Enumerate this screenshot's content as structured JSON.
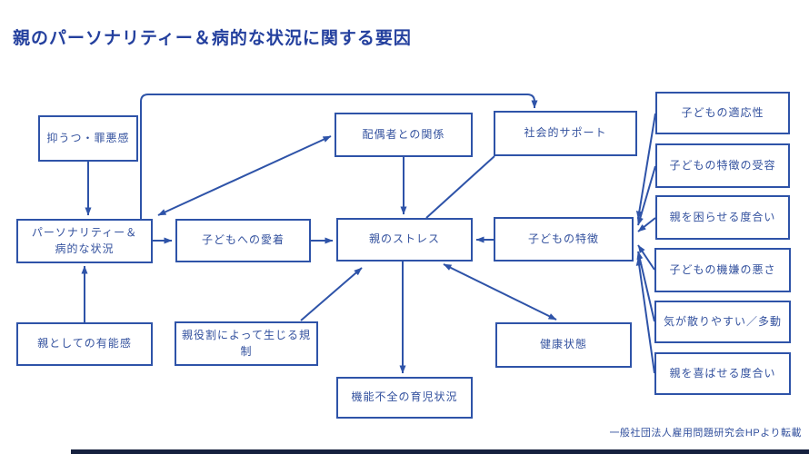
{
  "title": "親のパーソナリティー＆病的な状況に関する要因",
  "credit": "一般社団法人雇用問題研究会HPより転載",
  "colors": {
    "line": "#2e53a8",
    "title_text": "#24409e",
    "box_text": "#33519e",
    "background": "#ffffff",
    "bottom_bar": "#16213f"
  },
  "nodes": [
    {
      "id": "depression",
      "label": "抑うつ・罪悪感"
    },
    {
      "id": "spouse",
      "label": "配偶者との関係"
    },
    {
      "id": "social",
      "label": "社会的サポート"
    },
    {
      "id": "personality",
      "label": "パーソナリティー＆\n病的な状況"
    },
    {
      "id": "attachment",
      "label": "子どもへの愛着"
    },
    {
      "id": "stress",
      "label": "親のストレス"
    },
    {
      "id": "child",
      "label": "子どもの特徴"
    },
    {
      "id": "efficacy",
      "label": "親としての有能感"
    },
    {
      "id": "role",
      "label": "親役割によって生じる規制"
    },
    {
      "id": "health",
      "label": "健康状態"
    },
    {
      "id": "dysfunction",
      "label": "機能不全の育児状況"
    },
    {
      "id": "adapt",
      "label": "子どもの適応性"
    },
    {
      "id": "accept",
      "label": "子どもの特徴の受容"
    },
    {
      "id": "bother",
      "label": "親を困らせる度合い"
    },
    {
      "id": "mood",
      "label": "子どもの機嫌の悪さ"
    },
    {
      "id": "distract",
      "label": "気が散りやすい／多動"
    },
    {
      "id": "please",
      "label": "親を喜ばせる度合い"
    }
  ],
  "edges": [
    {
      "from": "depression",
      "to": "personality",
      "arrow": "single"
    },
    {
      "from": "efficacy",
      "to": "personality",
      "arrow": "single"
    },
    {
      "from": "personality",
      "to": "attachment",
      "arrow": "single"
    },
    {
      "from": "attachment",
      "to": "stress",
      "arrow": "single"
    },
    {
      "from": "child",
      "to": "stress",
      "arrow": "single"
    },
    {
      "from": "spouse",
      "to": "stress",
      "arrow": "single"
    },
    {
      "from": "personality",
      "to": "spouse",
      "arrow": "double"
    },
    {
      "from": "social",
      "to": "stress",
      "arrow": "none"
    },
    {
      "from": "personality",
      "to": "social",
      "arrow": "single",
      "route": "top-loop"
    },
    {
      "from": "role",
      "to": "stress",
      "arrow": "single"
    },
    {
      "from": "stress",
      "to": "health",
      "arrow": "double"
    },
    {
      "from": "stress",
      "to": "dysfunction",
      "arrow": "single"
    },
    {
      "from": "adapt",
      "to": "child",
      "arrow": "single"
    },
    {
      "from": "accept",
      "to": "child",
      "arrow": "single"
    },
    {
      "from": "bother",
      "to": "child",
      "arrow": "single"
    },
    {
      "from": "mood",
      "to": "child",
      "arrow": "single"
    },
    {
      "from": "distract",
      "to": "child",
      "arrow": "single"
    },
    {
      "from": "please",
      "to": "child",
      "arrow": "single"
    }
  ]
}
